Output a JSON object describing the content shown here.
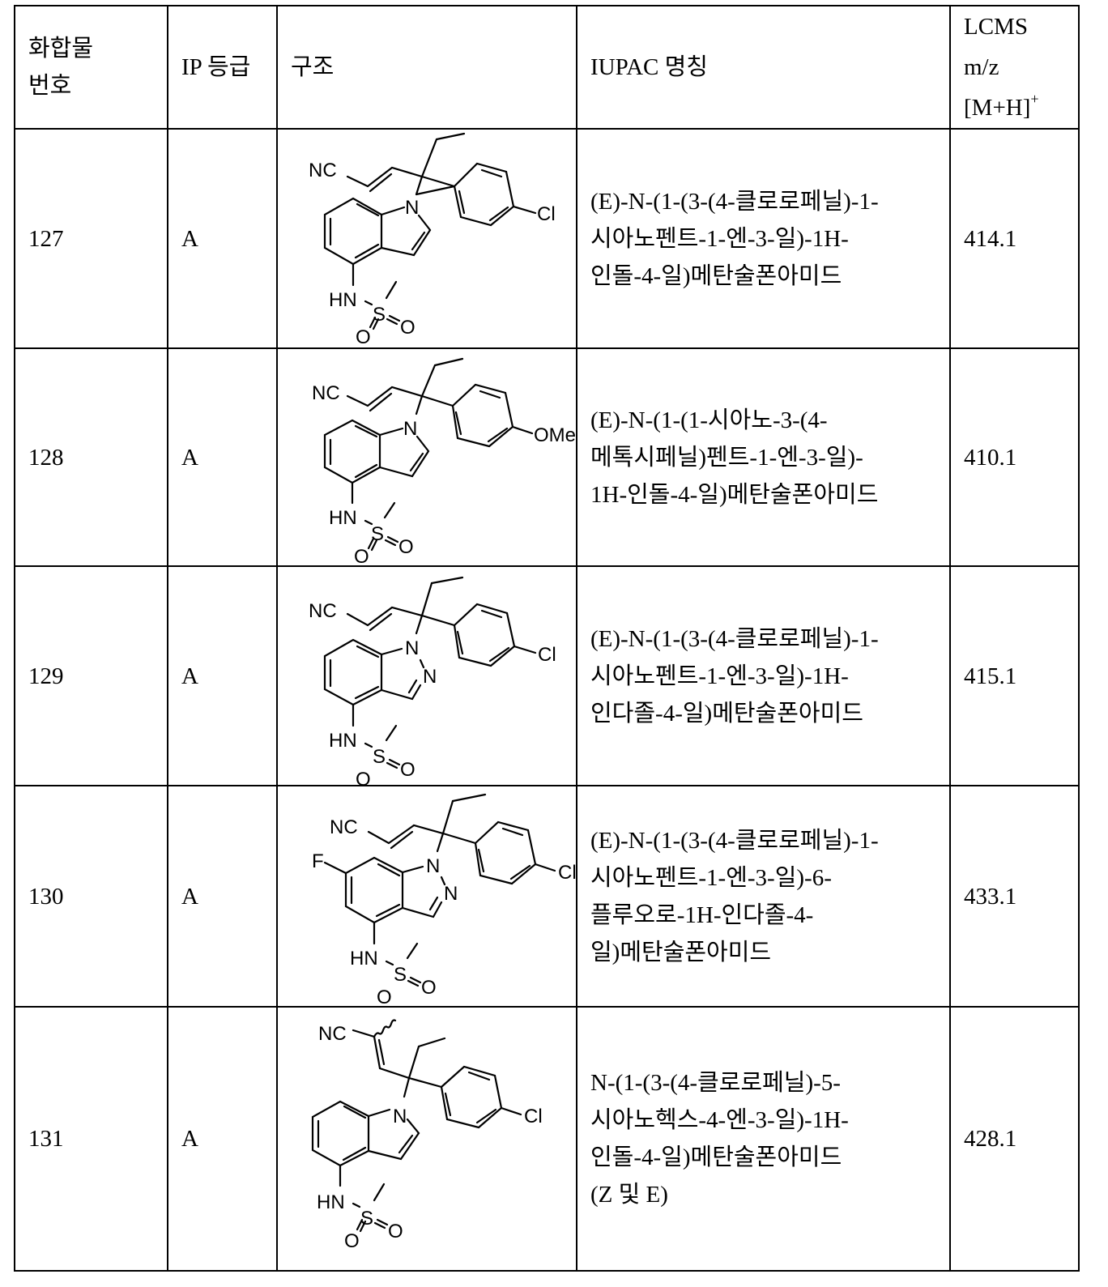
{
  "table": {
    "headers": {
      "compound_no_line1": "화합물",
      "compound_no_line2": "번호",
      "ip_grade": "IP 등급",
      "structure": "구조",
      "iupac_name": "IUPAC 명칭",
      "lcms_line1": "LCMS",
      "lcms_line2": "m/z",
      "lcms_line3": "[M+H]",
      "lcms_sup": "+"
    },
    "rows": [
      {
        "compound_no": "127",
        "ip_grade": "A",
        "structure": {
          "core": "indole",
          "para_substituent": "Cl",
          "labels": [
            "NC",
            "N",
            "Cl",
            "HN",
            "S",
            "O",
            "O"
          ]
        },
        "iupac_lines": [
          "(E)-N-(1-(3-(4-클로로페닐)-1-",
          "시아노펜트-1-엔-3-일)-1H-",
          "인돌-4-일)메탄술폰아미드"
        ],
        "lcms": "414.1"
      },
      {
        "compound_no": "128",
        "ip_grade": "A",
        "structure": {
          "core": "indole",
          "para_substituent": "OMe",
          "labels": [
            "NC",
            "N",
            "OMe",
            "HN",
            "S",
            "O",
            "O"
          ]
        },
        "iupac_lines": [
          "(E)-N-(1-(1-시아노-3-(4-",
          "메톡시페닐)펜트-1-엔-3-일)-",
          "1H-인돌-4-일)메탄술폰아미드"
        ],
        "lcms": "410.1"
      },
      {
        "compound_no": "129",
        "ip_grade": "A",
        "structure": {
          "core": "indazole",
          "para_substituent": "Cl",
          "labels": [
            "NC",
            "N",
            "N",
            "Cl",
            "HN",
            "S",
            "O",
            "O"
          ]
        },
        "iupac_lines": [
          "(E)-N-(1-(3-(4-클로로페닐)-1-",
          "시아노펜트-1-엔-3-일)-1H-",
          "인다졸-4-일)메탄술폰아미드"
        ],
        "lcms": "415.1"
      },
      {
        "compound_no": "130",
        "ip_grade": "A",
        "structure": {
          "core": "6-fluoroindazole",
          "para_substituent": "Cl",
          "labels": [
            "NC",
            "F",
            "N",
            "N",
            "Cl",
            "HN",
            "S",
            "O",
            "O"
          ]
        },
        "iupac_lines": [
          "(E)-N-(1-(3-(4-클로로페닐)-1-",
          "시아노펜트-1-엔-3-일)-6-",
          "플루오로-1H-인다졸-4-",
          "일)메탄술폰아미드"
        ],
        "lcms": "433.1"
      },
      {
        "compound_no": "131",
        "ip_grade": "A",
        "structure": {
          "core": "indole",
          "para_substituent": "Cl",
          "wavy_bond": true,
          "labels": [
            "NC",
            "N",
            "Cl",
            "HN",
            "S",
            "O",
            "O"
          ]
        },
        "iupac_lines": [
          "N-(1-(3-(4-클로로페닐)-5-",
          "시아노헥스-4-엔-3-일)-1H-",
          "인돌-4-일)메탄술폰아미드",
          "(Z 및 E)"
        ],
        "lcms": "428.1"
      }
    ]
  }
}
